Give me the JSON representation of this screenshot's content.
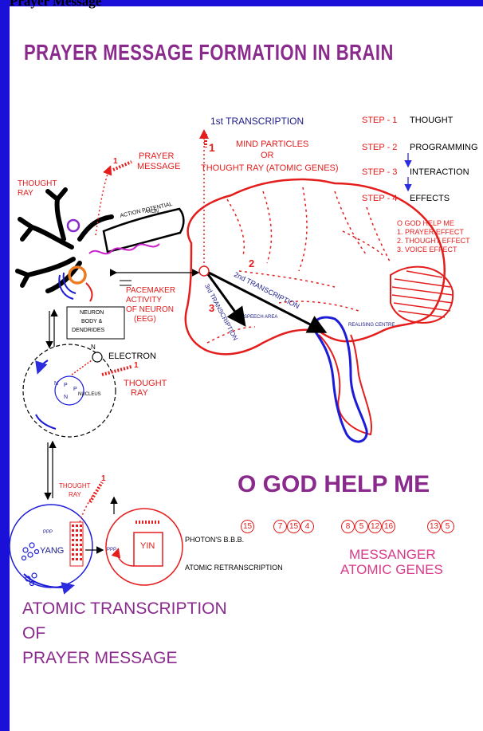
{
  "header": {
    "top_text": "Prayer Message",
    "title": "PRAYER MESSAGE FORMATION IN BRAIN"
  },
  "transcription": {
    "first": "1st TRANSCRIPTION",
    "mind_line1": "MIND PARTICLES",
    "mind_line2": "OR",
    "mind_line3": "THOUGHT RAY (ATOMIC GENES)",
    "second": "2nd TRANSCRIPTION",
    "third": "3rd TRANSCRIPTION"
  },
  "steps": [
    {
      "num": "STEP - 1",
      "label": "THOUGHT"
    },
    {
      "num": "STEP - 2",
      "label": "PROGRAMMING"
    },
    {
      "num": "STEP - 3",
      "label": "INTERACTION"
    },
    {
      "num": "STEP - 4",
      "label": "EFFECTS"
    }
  ],
  "effects": {
    "head": "O GOD HELP ME",
    "items": [
      "1. PRAYER EFFECT",
      "2. THOUGHT EFFECT",
      "3. VOICE EFFECT"
    ]
  },
  "neuron": {
    "prayer_message_line1": "PRAYER",
    "prayer_message_line2": "MESSAGE",
    "thought_ray_line1": "THOUGHT",
    "thought_ray_line2": "RAY",
    "axon": "AXON",
    "action_potential": "ACTION POTENTIAL",
    "pacemaker_line1": "PACEMAKER",
    "pacemaker_line2": "ACTIVITY",
    "pacemaker_line3": "OF NEURON",
    "pacemaker_line4": "(EEG)",
    "neuron_body_line1": "NEURON",
    "neuron_body_line2": "BODY &",
    "neuron_body_line3": "DENDRIDES"
  },
  "brain": {
    "speech_area": "SPEECH AREA",
    "realising_centre": "REALISING CENTRE"
  },
  "atom": {
    "electron": "ELECTRON",
    "electron_symbol": "N",
    "nucleus": "NUCLEUS",
    "thought_ray_line1": "THOUGHT",
    "thought_ray_line2": "RAY",
    "particles": [
      "N",
      "P",
      "P",
      "N"
    ]
  },
  "yinyang": {
    "thought_ray_line1": "THOUGHT",
    "thought_ray_line2": "RAY",
    "yang": "YANG",
    "yin": "YIN",
    "ppp1": "PPP",
    "ppp2": "PPP",
    "photons": "PHOTON'S B.B.B.",
    "retranscription": "ATOMIC RETRANSCRIPTION"
  },
  "markers": {
    "one": "1",
    "two": "2",
    "three": "3"
  },
  "main_message": "O GOD HELP ME",
  "number_groups": [
    [
      "15"
    ],
    [
      "7",
      "15",
      "4"
    ],
    [
      "8",
      "5",
      "12",
      "16"
    ],
    [
      "13",
      "5"
    ]
  ],
  "messanger_line1": "MESSANGER",
  "messanger_line2": "ATOMIC GENES",
  "bottom": {
    "line1": "ATOMIC TRANSCRIPTION",
    "line2": "OF",
    "line3": "PRAYER MESSAGE"
  },
  "colors": {
    "frame": "#1b10d8",
    "title": "#8a2a8c",
    "red": "#e41d1d",
    "navy": "#1a1a8a",
    "pink": "#d83a8a"
  }
}
